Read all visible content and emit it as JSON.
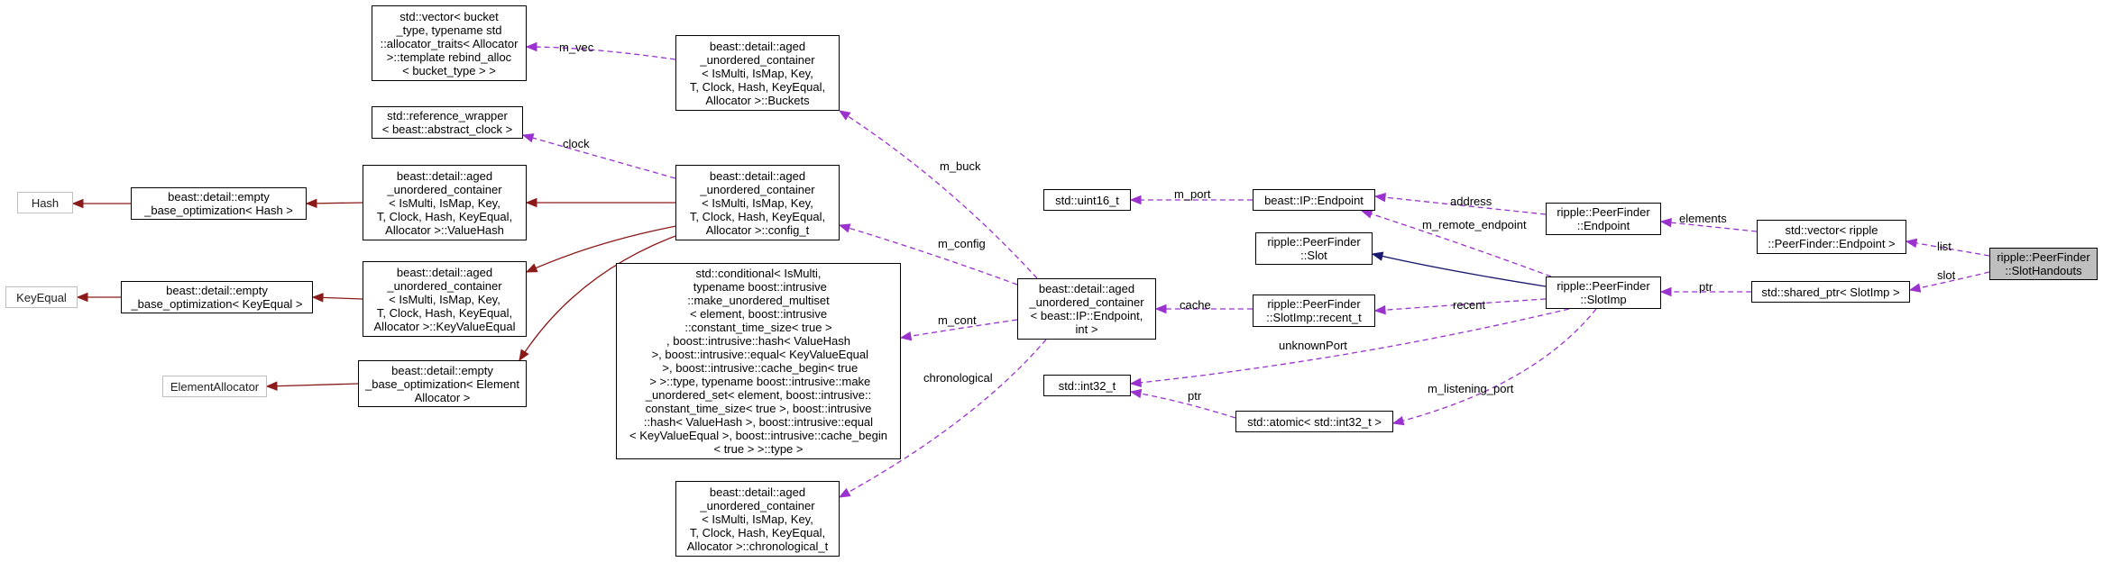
{
  "diagram_title": "",
  "colors": {
    "inheritance": "#8b1a1a",
    "public_inheritance": "#191970",
    "usage": "#9a32cd",
    "external_border": "#bfbfbf",
    "focus_fill": "#bfbfbf"
  },
  "nodes": {
    "hash": "Hash",
    "key_equal": "KeyEqual",
    "element_allocator": "ElementAllocator",
    "ebo_hash": "beast::detail::empty\n_base_optimization< Hash >",
    "ebo_key_equal": "beast::detail::empty\n_base_optimization< KeyEqual >",
    "ebo_element_allocator": "beast::detail::empty\n_base_optimization< Element\nAllocator >",
    "value_hash": "beast::detail::aged\n_unordered_container\n< IsMulti, IsMap, Key,\nT, Clock, Hash, KeyEqual,\nAllocator >::ValueHash",
    "key_value_equal": "beast::detail::aged\n_unordered_container\n< IsMulti, IsMap, Key,\nT, Clock, Hash, KeyEqual,\nAllocator >::KeyValueEqual",
    "bucket_vector": "std::vector< bucket\n_type, typename std\n::allocator_traits< Allocator\n>::template rebind_alloc\n< bucket_type > >",
    "reference_wrapper": "std::reference_wrapper\n< beast::abstract_clock >",
    "buckets": "beast::detail::aged\n_unordered_container\n< IsMulti, IsMap, Key,\nT, Clock, Hash, KeyEqual,\nAllocator >::Buckets",
    "config_t": "beast::detail::aged\n_unordered_container\n< IsMulti, IsMap, Key,\nT, Clock, Hash, KeyEqual,\nAllocator >::config_t",
    "conditional_type": "std::conditional< IsMulti,\n typename boost::intrusive\n::make_unordered_multiset\n< element, boost::intrusive\n::constant_time_size< true >\n, boost::intrusive::hash< ValueHash\n >, boost::intrusive::equal< KeyValueEqual\n >, boost::intrusive::cache_begin< true\n > >::type, typename boost::intrusive::make\n_unordered_set< element, boost::intrusive::\nconstant_time_size< true >, boost::intrusive\n::hash< ValueHash >, boost::intrusive::equal\n< KeyValueEqual >, boost::intrusive::cache_begin\n< true > >::type >",
    "chronological_t": "beast::detail::aged\n_unordered_container\n< IsMulti, IsMap, Key,\nT, Clock, Hash, KeyEqual,\nAllocator >::chronological_t",
    "endpoint_container": "beast::detail::aged\n_unordered_container\n< beast::IP::Endpoint,\nint >",
    "uint16": "std::uint16_t",
    "ip_endpoint": "beast::IP::Endpoint",
    "slot": "ripple::PeerFinder\n::Slot",
    "recent_t": "ripple::PeerFinder\n::SlotImp::recent_t",
    "int32": "std::int32_t",
    "atomic_int32": "std::atomic< std::int32_t >",
    "pf_endpoint": "ripple::PeerFinder\n::Endpoint",
    "slot_imp": "ripple::PeerFinder\n::SlotImp",
    "endpoint_vector": "std::vector< ripple\n::PeerFinder::Endpoint >",
    "shared_ptr": "std::shared_ptr< SlotImp >",
    "slot_handouts": "ripple::PeerFinder\n::SlotHandouts"
  },
  "edge_labels": {
    "m_vec": "m_vec",
    "clock": "clock",
    "m_buck": "m_buck",
    "m_config": "m_config",
    "m_cont": "m_cont",
    "chronological": "chronological",
    "cache": "cache",
    "m_port": "m_port",
    "address": "address",
    "m_remote_endpoint": "m_remote_endpoint",
    "recent": "recent",
    "unknownPort": "unknownPort",
    "ptr_atomic": "ptr",
    "m_listening_port": "m_listening_port",
    "elements": "elements",
    "ptr_shared": "ptr",
    "list": "list",
    "slot": "slot"
  }
}
